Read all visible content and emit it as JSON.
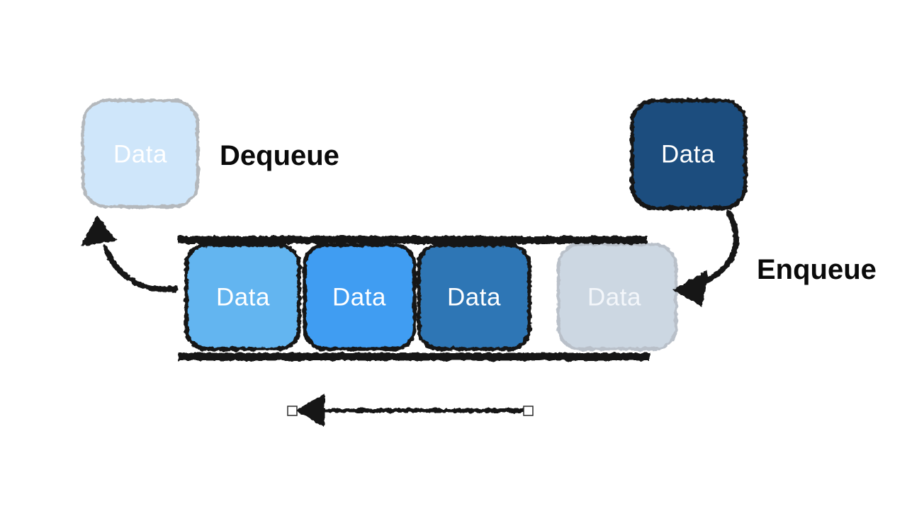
{
  "diagram": {
    "type": "queue-data-structure",
    "background": "#ffffff",
    "label_color": "#0a0a0a",
    "arrow_color": "#141414",
    "rail_color": "#141414",
    "flow_direction": "left",
    "labels": {
      "dequeue": "Dequeue",
      "enqueue": "Enqueue"
    },
    "dequeued_item": {
      "label": "Data",
      "fill": "#cfe6fa",
      "border": "#b4b8bc",
      "text_color": "#ffffff"
    },
    "incoming_item": {
      "label": "Data",
      "fill": "#1d4e7e",
      "border": "#121212",
      "text_color": "#ffffff"
    },
    "queue_items": [
      {
        "label": "Data",
        "fill": "#64b5f0",
        "border": "#121212",
        "text_color": "#ffffff"
      },
      {
        "label": "Data",
        "fill": "#3f9df2",
        "border": "#121212",
        "text_color": "#ffffff"
      },
      {
        "label": "Data",
        "fill": "#2e76b5",
        "border": "#121212",
        "text_color": "#ffffff"
      },
      {
        "label": "Data",
        "fill": "#ccd7e2",
        "border": "#b9c0c9",
        "text_color": "#f3f6fa"
      }
    ],
    "handle_fill": "#ffffff",
    "handle_border": "#2b2b2b"
  }
}
